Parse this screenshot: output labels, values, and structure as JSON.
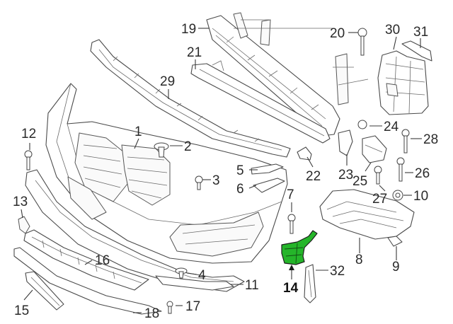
{
  "diagram": {
    "highlight_color": "#25b52a",
    "highlighted_part": "14",
    "callouts": [
      {
        "id": "c1",
        "label": "1"
      },
      {
        "id": "c2",
        "label": "2"
      },
      {
        "id": "c3",
        "label": "3"
      },
      {
        "id": "c4",
        "label": "4"
      },
      {
        "id": "c5",
        "label": "5"
      },
      {
        "id": "c6",
        "label": "6"
      },
      {
        "id": "c7",
        "label": "7"
      },
      {
        "id": "c8",
        "label": "8"
      },
      {
        "id": "c9",
        "label": "9"
      },
      {
        "id": "c10",
        "label": "10"
      },
      {
        "id": "c11",
        "label": "11"
      },
      {
        "id": "c12",
        "label": "12"
      },
      {
        "id": "c13",
        "label": "13"
      },
      {
        "id": "c14",
        "label": "14"
      },
      {
        "id": "c15",
        "label": "15"
      },
      {
        "id": "c16",
        "label": "16"
      },
      {
        "id": "c17",
        "label": "17"
      },
      {
        "id": "c18",
        "label": "18"
      },
      {
        "id": "c19",
        "label": "19"
      },
      {
        "id": "c20",
        "label": "20"
      },
      {
        "id": "c21",
        "label": "21"
      },
      {
        "id": "c22",
        "label": "22"
      },
      {
        "id": "c23",
        "label": "23"
      },
      {
        "id": "c24",
        "label": "24"
      },
      {
        "id": "c25",
        "label": "25"
      },
      {
        "id": "c26",
        "label": "26"
      },
      {
        "id": "c27",
        "label": "27"
      },
      {
        "id": "c28",
        "label": "28"
      },
      {
        "id": "c29",
        "label": "29"
      },
      {
        "id": "c30",
        "label": "30"
      },
      {
        "id": "c31",
        "label": "31"
      },
      {
        "id": "c32",
        "label": "32"
      }
    ]
  }
}
